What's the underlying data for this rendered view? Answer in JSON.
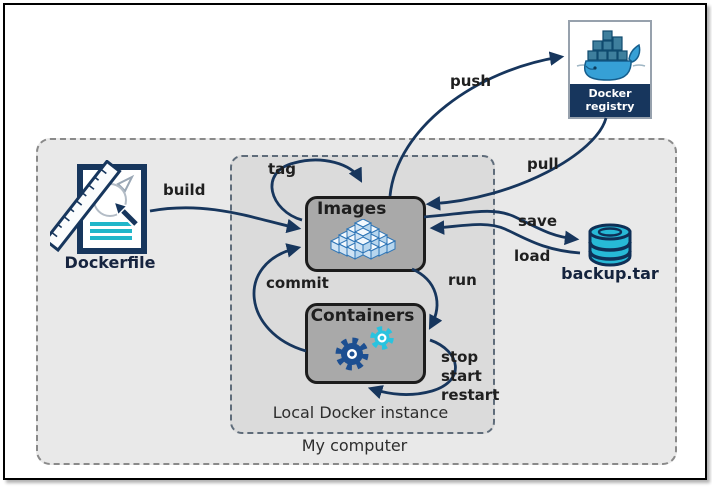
{
  "zones": {
    "my_computer": "My computer",
    "local_docker_instance": "Local Docker instance"
  },
  "nodes": {
    "dockerfile": {
      "label": "Dockerfile",
      "icon": "dockerfile-document-icon"
    },
    "images": {
      "label": "Images",
      "icon": "cubes-icon"
    },
    "containers": {
      "label": "Containers",
      "icon": "gears-icon"
    },
    "docker_registry": {
      "label": "Docker registry",
      "icon": "docker-whale-icon"
    },
    "backup_tar": {
      "label": "backup.tar",
      "icon": "database-cylinder-icon"
    }
  },
  "actions": {
    "build": "build",
    "tag": "tag",
    "push": "push",
    "pull": "pull",
    "save": "save",
    "load": "load",
    "run": "run",
    "commit": "commit",
    "stop": "stop",
    "start": "start",
    "restart": "restart"
  },
  "colors": {
    "arrow": "#17365d",
    "node_fill": "#a9a9a9",
    "node_border": "#1c1c1c",
    "outer_zone_fill": "#e9e9e9",
    "inner_zone_fill": "#dbdbdb",
    "registry_label_bg": "#17365d",
    "teal": "#21b6c9",
    "whale_blue": "#36a0d6",
    "gear_blue": "#1d4f91",
    "gear_cyan": "#29c3df",
    "cube_blue": "#2e75b6"
  }
}
